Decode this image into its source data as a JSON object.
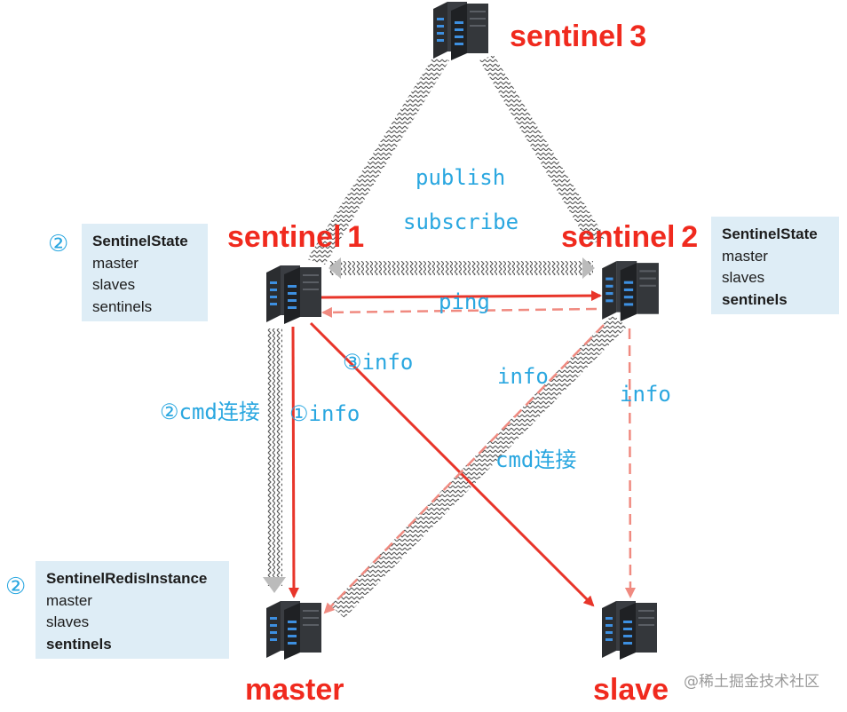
{
  "nodes": {
    "sentinel3": "sentinel 3",
    "sentinel1": "sentinel 1",
    "sentinel2": "sentinel 2",
    "master": "master",
    "slave": "slave"
  },
  "edges": {
    "publish": "publish",
    "subscribe": "subscribe",
    "ping": "ping",
    "info_s1_master": "①info",
    "info_s1_slave": "③info",
    "cmd_s1": "②cmd连接",
    "info_s2_master": "info",
    "info_s2_slave": "info",
    "cmd_s2": "cmd连接"
  },
  "boxes": {
    "sentinel1_state": {
      "step": "②",
      "lines": [
        "SentinelState",
        "master",
        "slaves",
        "sentinels"
      ]
    },
    "sentinel2_state": {
      "lines": [
        "SentinelState",
        "master",
        "slaves",
        "sentinels"
      ]
    },
    "master_instance": {
      "step": "②",
      "lines": [
        "SentinelRedisInstance",
        "master",
        "slaves",
        "sentinels"
      ]
    }
  },
  "watermark": "@稀土掘金技术社区",
  "colors": {
    "node_label": "#f02a1e",
    "edge_label": "#2aa7e0",
    "arrow": "#e8352a",
    "arrow_dashed": "#f08a80",
    "box_bg": "#deedf6"
  },
  "icons": [
    "server-icon"
  ]
}
